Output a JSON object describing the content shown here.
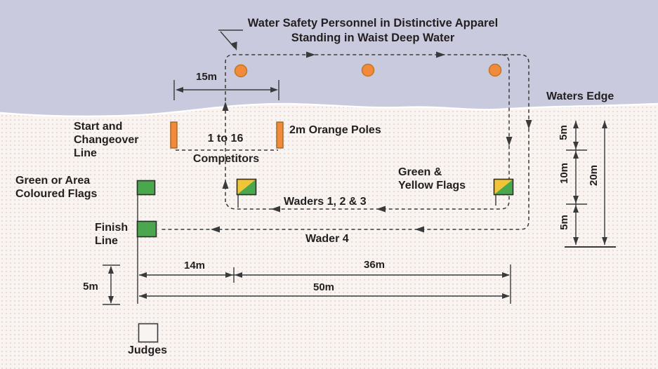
{
  "colors": {
    "water": "#cacade",
    "sand": "#f8f4f1",
    "line": "#3a3a3a",
    "text": "#231f20",
    "orange": "#f18b3b",
    "orange_border": "#a4641f",
    "green": "#4aa74e",
    "flag_border": "#2e2e2e",
    "yellow": "#f1c535",
    "edge_white": "#ffffff"
  },
  "annotation": {
    "line1": "Water Safety Personnel in Distinctive Apparel",
    "line2": "Standing in Waist Deep Water"
  },
  "labels": {
    "waters_edge": "Waters Edge",
    "start_line1": "Start and",
    "start_line2": "Changeover",
    "start_line3": "Line",
    "area_flags1": "Green or Area",
    "area_flags2": "Coloured Flags",
    "finish1": "Finish",
    "finish2": "Line",
    "competitors1": "1 to 16",
    "competitors2": "Competitors",
    "orange_poles": "2m Orange Poles",
    "gy_flags1": "Green &",
    "gy_flags2": "Yellow Flags",
    "waders123": "Waders 1, 2 & 3",
    "wader4": "Wader 4",
    "judges": "Judges"
  },
  "dimensions": {
    "start_width": "15m",
    "finish_to_poles": "14m",
    "poles_to_right": "36m",
    "total_width": "50m",
    "judges_offset": "5m",
    "edge_to_start": "5m",
    "start_to_waders": "10m",
    "waders_to_base": "5m",
    "total_depth": "20m"
  }
}
